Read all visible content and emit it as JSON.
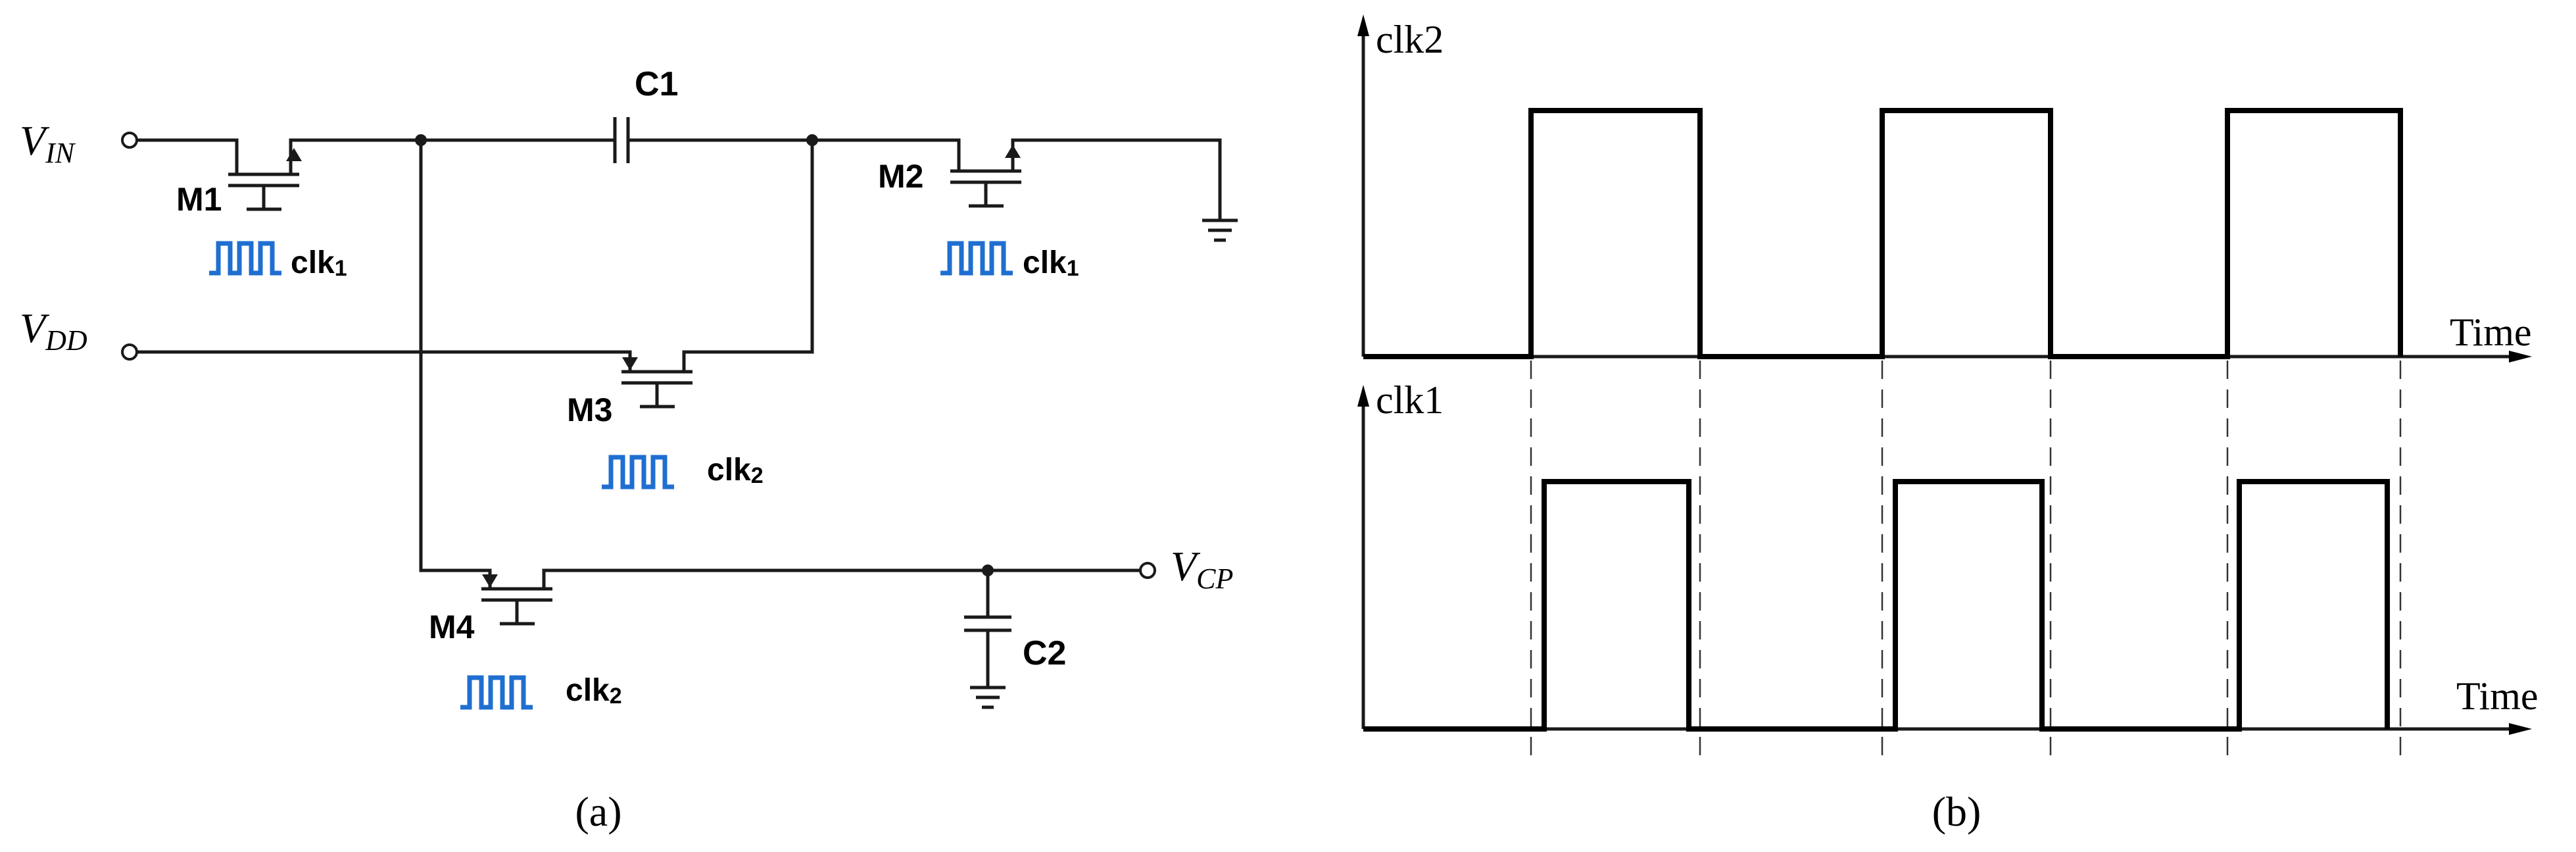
{
  "panel_a": {
    "caption": "(a)",
    "labels": {
      "vin_v": "V",
      "vin_sub": "IN",
      "vdd_v": "V",
      "vdd_sub": "DD",
      "vcp_v": "V",
      "vcp_sub": "CP",
      "c1": "C1",
      "c2": "C2",
      "m1": "M1",
      "m2": "M2",
      "m3": "M3",
      "m4": "M4"
    },
    "clock_labels": {
      "m1_base": "clk",
      "m1_sub": "1",
      "m2_base": "clk",
      "m2_sub": "1",
      "m3_base": "clk",
      "m3_sub": "2",
      "m4_base": "clk",
      "m4_sub": "2"
    },
    "colors": {
      "clock_symbol": "#1f6fd1",
      "wire": "#1a1a1a"
    }
  },
  "panel_b": {
    "caption": "(b)",
    "top_axis_label": "clk2",
    "bottom_axis_label": "clk1",
    "top_time_label": "Time",
    "bottom_time_label": "Time"
  }
}
